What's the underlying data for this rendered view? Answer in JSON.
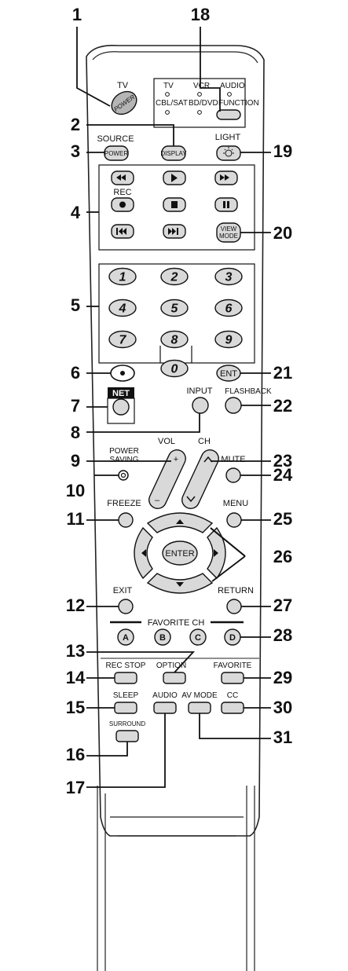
{
  "callouts": [
    "1",
    "2",
    "3",
    "4",
    "5",
    "6",
    "7",
    "8",
    "9",
    "10",
    "11",
    "12",
    "13",
    "14",
    "15",
    "16",
    "17",
    "18",
    "19",
    "20",
    "21",
    "22",
    "23",
    "24",
    "25",
    "26",
    "27",
    "28",
    "29",
    "30",
    "31"
  ],
  "labels": {
    "tv": "TV",
    "power_italic": "POWER",
    "ind_tv": "TV",
    "ind_vcr": "VCR",
    "ind_audio": "AUDIO",
    "ind_cbl": "CBL/SAT",
    "ind_bd": "BD/DVD",
    "ind_function": "FUNCTION",
    "source": "SOURCE",
    "source_power": "POWER",
    "display": "DISPLAY",
    "light": "LIGHT",
    "rec": "REC",
    "view": "VIEW",
    "mode": "MODE",
    "digits": [
      "1",
      "2",
      "3",
      "4",
      "5",
      "6",
      "7",
      "8",
      "9",
      "0"
    ],
    "ent": "ENT",
    "net": "NET",
    "input": "INPUT",
    "flashback": "FLASHBACK",
    "vol": "VOL",
    "ch": "CH",
    "plus": "+",
    "minus": "–",
    "power_saving_1": "POWER",
    "power_saving_2": "SAVING",
    "mute": "MUTE",
    "freeze": "FREEZE",
    "menu": "MENU",
    "enter": "ENTER",
    "exit": "EXIT",
    "return": "RETURN",
    "favorite_ch": "FAVORITE CH",
    "fav_a": "A",
    "fav_b": "B",
    "fav_c": "C",
    "fav_d": "D",
    "rec_stop": "REC STOP",
    "option": "OPTION",
    "favorite": "FAVORITE",
    "sleep": "SLEEP",
    "audio": "AUDIO",
    "av_mode": "AV MODE",
    "cc": "CC",
    "surround": "SURROUND"
  }
}
